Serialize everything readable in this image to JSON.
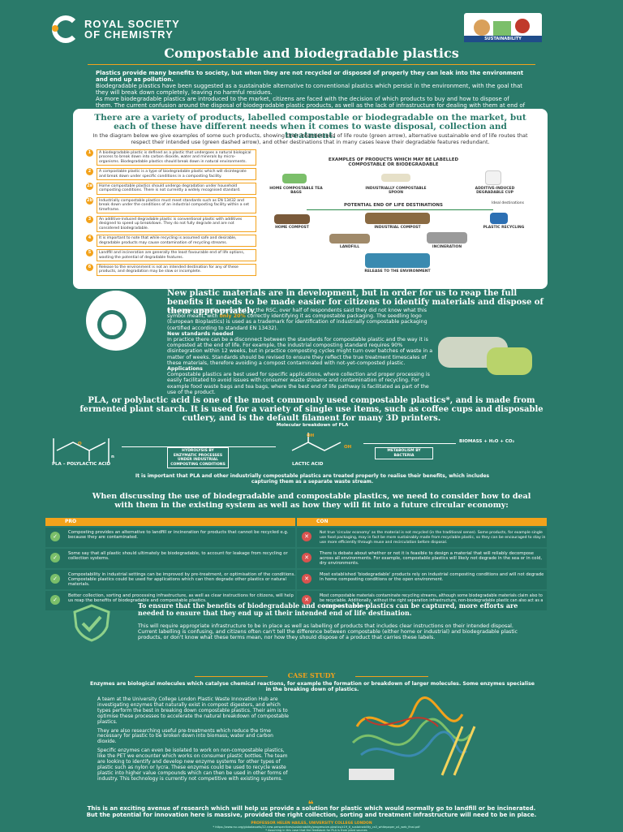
{
  "header": {
    "logo_line1": "ROYAL SOCIETY",
    "logo_line2": "OF CHEMISTRY",
    "badge_label": "SUSTAINABILITY"
  },
  "title": "Compostable and biodegradable plastics",
  "intro": {
    "bold": "Plastics provide many benefits to society, but when they are not recycled or disposed of properly they can leak into the environment and end up as pollution.",
    "p1": "Biodegradable plastics have been suggested as a sustainable alternative to conventional plastics which persist in the environment, with the goal that they will break down completely, leaving no harmful residues.",
    "p2": "As more biodegradable plastics are introduced to the market, citizens are faced with the decision of which products to buy and how to dispose of them. The current confusion around the disposal of biodegradable plastic products, as well as the lack of infrastructure for dealing with them at end of life, may mean some biodegradable plastics end up doing more harm than good."
  },
  "panel": {
    "heading": "There are a variety of products, labelled compostable or biodegradable on the market, but each of these have different needs when it comes to waste disposal, collection and treatment.",
    "sub": "In the diagram below we give examples of some such products, showing their intended end of life route (green arrow), alternative sustainable end of life routes that respect their intended use (green dashed arrow), and other destinations that in many cases leave their degradable features redundant.",
    "items": [
      {
        "n": "1",
        "text": "A biodegradable plastic is defined as a plastic that undergoes a natural biological process to break down into carbon dioxide, water and minerals by micro-organisms. Biodegradable plastics should break down in natural environments."
      },
      {
        "n": "2",
        "text": "A compostable plastic is a type of biodegradable plastic which will disintegrate and break down under specific conditions in a composting facility."
      },
      {
        "n": "2a",
        "text": "Home compostable plastics should undergo degradation under household composting conditions. There is not currently a widely recognised standard."
      },
      {
        "n": "2b",
        "text": "Industrially compostable plastics must meet standards such as EN 13432 and break down under the conditions of an industrial composting facility within a set timeframe."
      },
      {
        "n": "3",
        "text": "An additive-induced degradable plastic is conventional plastic with additives designed to speed up breakdown. They do not fully degrade and are not considered biodegradable."
      },
      {
        "n": "4",
        "text": "It is important to note that while recycling is assumed safe and desirable, degradable products may cause contamination of recycling streams."
      },
      {
        "n": "5",
        "text": "Landfill and incineration are generally the least favourable end of life options, wasting the potential of degradable features."
      },
      {
        "n": "6",
        "text": "Release to the environment is not an intended destination for any of these products, and degradation may be slow or incomplete."
      }
    ],
    "diagram": {
      "title": "EXAMPLES OF PRODUCTS WHICH MAY BE LABELLED COMPOSTABLE OR BIODEGRADABLE",
      "prod1": "HOME COMPOSTABLE TEA BAGS",
      "prod2": "INDUSTRIALLY COMPOSTABLE SPOON",
      "prod3": "ADDITIVE-INDUCED DEGRADABLE CUP",
      "potential": "POTENTIAL END OF LIFE DESTINATIONS",
      "dest1": "HOME COMPOST",
      "dest2": "INDUSTRIAL COMPOST",
      "dest3": "PLASTIC RECYCLING",
      "dest4": "LANDFILL",
      "dest5": "INCINERATION",
      "dest6": "RELEASE TO THE ENVIRONMENT",
      "ideal": "Ideal destinations"
    }
  },
  "development": {
    "heading": "New plastic materials are in development, but in order for us to reap the full benefits it needs to be made easier for citizens to identify materials and dispose of them appropriately.",
    "p1_pre": "In a survey recently conducted by the RSC, over half of respondents said they did not know what this symbol meant, with ",
    "p1_highlight": "only 20%",
    "p1_post": " correctly identifying it as compostable packaging. The seedling logo (European Bioplastics) is used as a trademark for identification of industrially compostable packaging (certified according to standard EN 13432).",
    "sub1": "New standards needed",
    "p2": "In practice there can be a disconnect between the standards for compostable plastic and the way it is composted at the end of life. For example, the industrial composting standard requires 90% disintegration within 12 weeks, but in practice composting cycles might turn over batches of waste in a matter of weeks. Standards should be revised to ensure they reflect the true treatment timescales of these materials, therefore avoiding a compost contaminated with not-yet-composted plastic.",
    "sub2": "Applications",
    "p3": "Compostable plastics are best used for specific applications, where collection and proper processing is easily facilitated to avoid issues with consumer waste streams and contamination of recycling. For example food waste bags and tea bags, where the best end of life pathway is facilitated as part of the use of the product."
  },
  "pla": {
    "heading": "PLA, or polylactic acid is one of the most commonly used compostable plastics*, and is made from fermented plant starch. It is used for a variety of single use items, such as coffee cups and disposable cutlery, and is the default filament for many 3D printers.",
    "mol_title": "Molecular breakdown of PLA",
    "label_pla": "PLA – POLYLACTIC ACID",
    "box1": "HYDROLYSIS BY ENZYMATIC PROCESSES UNDER INDUSTRIAL COMPOSTING CONDITIONS",
    "label_lactic": "LACTIC ACID",
    "box2": "METABOLISM BY BACTERIA",
    "products": "BIOMASS + H₂O + CO₂",
    "oh1": "OH",
    "oh2": "OH",
    "o": "O",
    "n": "n",
    "note": "It is important that PLA and other industrially compostable plastics are treated properly to realise their benefits, which includes capturing them as a separate waste stream."
  },
  "circular": {
    "heading": "When discussing the use of biodegradable and compostable plastics, we need to consider how to deal with them in the existing system as well as how they will fit into a future circular economy:",
    "pro_label": "PRO",
    "con_label": "CON",
    "pros": [
      "Composting provides an alternative to landfill or incineration for products that cannot be recycled e.g. because they are contaminated.",
      "Some say that all plastic should ultimately be biodegradable, to account for leakage from recycling or collection systems.",
      "Compostability in industrial settings can be improved by pre-treatment, or optimisation of the conditions. Compostable plastics could be used for applications which can then degrade other plastics or natural materials.",
      "Better collection, sorting and processing infrastructure, as well as clear instructions for citizens, will help us reap the benefits of biodegradable and compostable plastics."
    ],
    "cons": [
      "Not true 'circular economy' as the material is not recycled (in the traditional sense). Some products, for example single use food packaging, may in fact be more sustainably made from recyclable plastic, so they can be encouraged to stay in use more efficiently through reuse and recirculation before disposal.",
      "There is debate about whether or not it is feasible to design a material that will reliably decompose across all environments. For example, compostable plastics will likely not degrade in the sea or in cold, dry environments.",
      "Most established 'biodegradable' products rely on industrial composting conditions and will not degrade in home composting conditions or the open environment.",
      "Most compostable materials contaminate recycling streams, although some biodegradable materials claim also to be recyclable. Additionally, without the right separation infrastructure, non-biodegradable plastic can also act as a contaminant in compost."
    ],
    "pro_icon": "✓",
    "con_icon": "✕"
  },
  "ensure": {
    "heading": "To ensure that the benefits of biodegradable and compostable plastics can be captured, more efforts are needed to ensure that they end up at their intended end of life destination.",
    "body": "This will require appropriate infrastructure to be in place as well as labelling of products that includes clear instructions on their intended disposal. Current labelling is confusing, and citizens often can't tell the difference between compostable (either home or industrial) and biodegradable plastic products, or don't know what these terms mean, nor how they should dispose of a product that carries these labels."
  },
  "case": {
    "title": "CASE STUDY",
    "intro": "Enzymes are biological molecules which catalyse chemical reactions, for example the formation or breakdown of larger molecules. Some enzymes specialise in the breaking down of plastics.",
    "p1": "A team at the University College London Plastic Waste Innovation Hub are investigating enzymes that naturally exist in compost digesters, and which types perform the best in breaking down compostable plastics. Their aim is to optimise these processes to accelerate the natural breakdown of compostable plastics.",
    "p2": "They are also researching useful pre-treatments which reduce the time necessary for plastic to be broken down into biomass, water and carbon dioxide.",
    "p3": "Specific enzymes can even be isolated to work on non-compostable plastics, like the PET we encounter which works on consumer plastic bottles. The team are looking to identify and develop new enzyme systems for other types of plastic such as nylon or lycra. These enzymes could be used to recycle waste plastic into higher value compounds which can then be used in other forms of industry. This technology is currently not competitive with existing systems.",
    "quote": "This is an exciting avenue of research which will help us provide a solution for plastic which would normally go to landfill or be incinerated. But the potential for innovation here is massive, provided the right collection, sorting and treatment infrastructure will need to be in place.",
    "quote_mark": "❝",
    "quote_by": "PROFESSOR HELEN HAILES, UNIVERSITY COLLEGE LONDON"
  },
  "footer": {
    "note1": "* https://www.rsc.org/globalassets/22-new-perspectives/sustainability/progressive-plastics/c19_tl_sustainability_cs3_whitepaper_a4_web_final.pdf",
    "note2": "* Assuming in this case that the feedstock for PLA is from plant sources"
  },
  "colors": {
    "background": "#2a7a6a",
    "accent": "#f3a21b",
    "panel": "#ffffff",
    "pro": "#7bbf6a",
    "con": "#d9534f"
  },
  "icons": [
    "rsc-logo-icon",
    "sustainability-badge-icon",
    "seedling-logo-icon",
    "shield-check-icon",
    "check-icon",
    "cross-icon",
    "quote-icon"
  ]
}
